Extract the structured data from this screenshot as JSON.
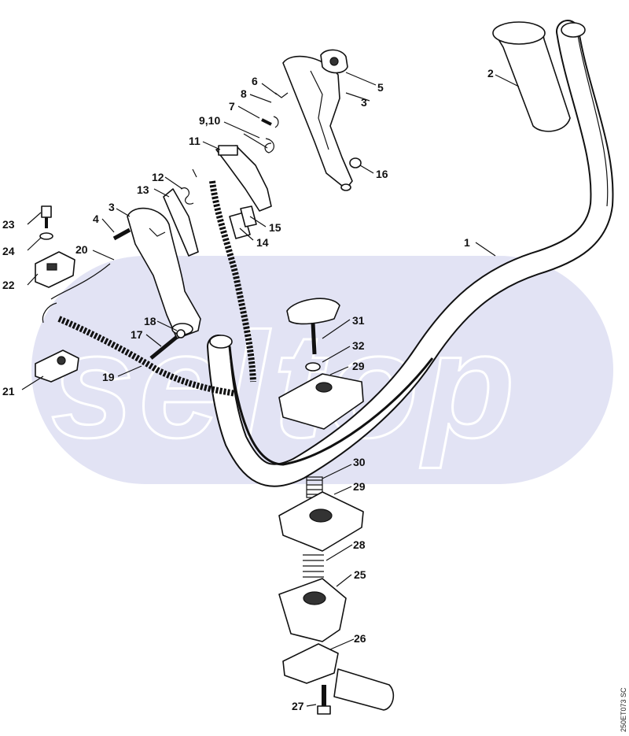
{
  "watermark": "seltop",
  "drawing_code": "250ET073 SC",
  "callouts": [
    {
      "id": "c1",
      "text": "1"
    },
    {
      "id": "c2",
      "text": "2"
    },
    {
      "id": "c3a",
      "text": "3"
    },
    {
      "id": "c3b",
      "text": "3"
    },
    {
      "id": "c4",
      "text": "4"
    },
    {
      "id": "c5",
      "text": "5"
    },
    {
      "id": "c6",
      "text": "6"
    },
    {
      "id": "c7",
      "text": "7"
    },
    {
      "id": "c8",
      "text": "8"
    },
    {
      "id": "c910",
      "text": "9,10"
    },
    {
      "id": "c11",
      "text": "11"
    },
    {
      "id": "c12",
      "text": "12"
    },
    {
      "id": "c13",
      "text": "13"
    },
    {
      "id": "c14",
      "text": "14"
    },
    {
      "id": "c15",
      "text": "15"
    },
    {
      "id": "c16",
      "text": "16"
    },
    {
      "id": "c17",
      "text": "17"
    },
    {
      "id": "c18",
      "text": "18"
    },
    {
      "id": "c19",
      "text": "19"
    },
    {
      "id": "c20",
      "text": "20"
    },
    {
      "id": "c21",
      "text": "21"
    },
    {
      "id": "c22",
      "text": "22"
    },
    {
      "id": "c23",
      "text": "23"
    },
    {
      "id": "c24",
      "text": "24"
    },
    {
      "id": "c25",
      "text": "25"
    },
    {
      "id": "c26",
      "text": "26"
    },
    {
      "id": "c27",
      "text": "27"
    },
    {
      "id": "c28",
      "text": "28"
    },
    {
      "id": "c29a",
      "text": "29"
    },
    {
      "id": "c29b",
      "text": "29"
    },
    {
      "id": "c30",
      "text": "30"
    },
    {
      "id": "c31",
      "text": "31"
    },
    {
      "id": "c32",
      "text": "32"
    }
  ]
}
